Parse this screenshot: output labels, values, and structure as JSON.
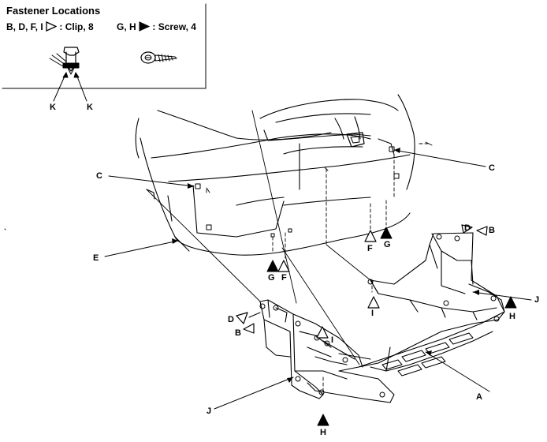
{
  "legend": {
    "title": "Fastener Locations",
    "clip_line": {
      "letters": "B, D, F, I",
      "text": ": Clip, 8"
    },
    "screw_line": {
      "letters": "G, H",
      "text": ": Screw, 4"
    }
  },
  "callouts": {
    "K": "K",
    "C": "C",
    "D": "D",
    "B": "B",
    "E": "E",
    "F": "F",
    "G": "G",
    "H": "H",
    "I": "I",
    "J": "J",
    "A": "A"
  }
}
